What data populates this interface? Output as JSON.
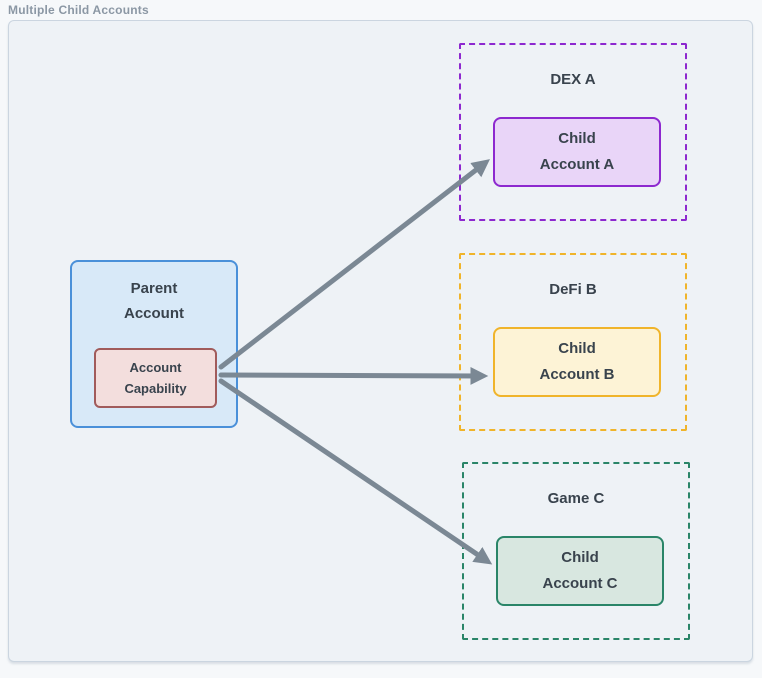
{
  "title": "Multiple Child Accounts",
  "parent": {
    "label": "Parent\nAccount",
    "capability_label": "Account\nCapability",
    "fill": "#d8e9f8",
    "accent": "#4a90d9",
    "capability_fill": "#f3dedd",
    "capability_accent": "#a15b5b"
  },
  "groups": [
    {
      "name": "DEX A",
      "child_label": "Child\nAccount A",
      "accent": "#8d28cf",
      "fill": "#e9d5f8"
    },
    {
      "name": "DeFi B",
      "child_label": "Child\nAccount B",
      "accent": "#f0b42a",
      "fill": "#fdf3d6"
    },
    {
      "name": "Game C",
      "child_label": "Child\nAccount C",
      "accent": "#2a8568",
      "fill": "#d8e7e0"
    }
  ],
  "arrows": {
    "color": "#7b8894",
    "connections": [
      {
        "from": "Account Capability",
        "to": "Child Account A"
      },
      {
        "from": "Account Capability",
        "to": "Child Account B"
      },
      {
        "from": "Account Capability",
        "to": "Child Account C"
      }
    ]
  }
}
